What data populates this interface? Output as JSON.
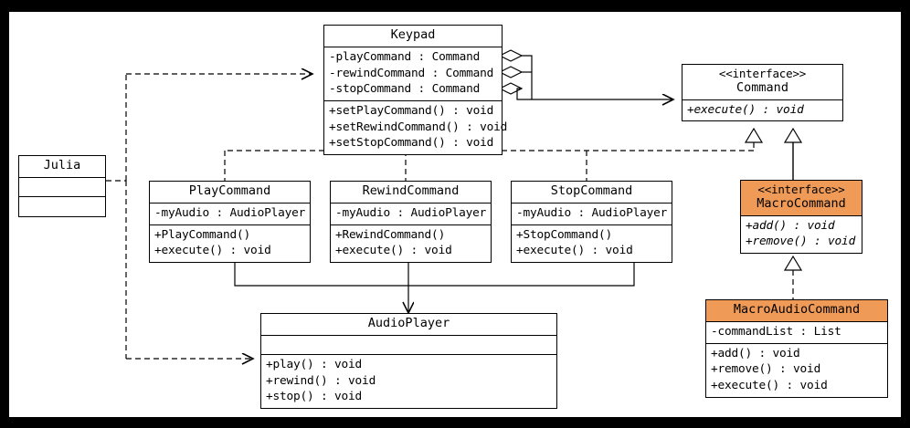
{
  "diagram": {
    "title": "Command Pattern UML Class Diagram",
    "background": "#ffffff",
    "frame_color": "#000000",
    "accent_color": "#ef9a57",
    "line_color": "#000000"
  },
  "classes": {
    "keypad": {
      "name": "Keypad",
      "stereotype": "",
      "attributes": [
        "-playCommand : Command",
        "-rewindCommand : Command",
        "-stopCommand : Command"
      ],
      "methods": [
        "+setPlayCommand() : void",
        "+setRewindCommand() : void",
        "+setStopCommand() : void"
      ]
    },
    "command": {
      "name": "Command",
      "stereotype": "<<interface>>",
      "attributes": [],
      "methods": [
        "+execute() : void"
      ]
    },
    "julia": {
      "name": "Julia",
      "stereotype": "",
      "attributes": [],
      "methods": []
    },
    "play_command": {
      "name": "PlayCommand",
      "stereotype": "",
      "attributes": [
        "-myAudio : AudioPlayer"
      ],
      "methods": [
        "+PlayCommand()",
        "+execute() : void"
      ]
    },
    "rewind_command": {
      "name": "RewindCommand",
      "stereotype": "",
      "attributes": [
        "-myAudio : AudioPlayer"
      ],
      "methods": [
        "+RewindCommand()",
        "+execute() : void"
      ]
    },
    "stop_command": {
      "name": "StopCommand",
      "stereotype": "",
      "attributes": [
        "-myAudio : AudioPlayer"
      ],
      "methods": [
        "+StopCommand()",
        "+execute() : void"
      ]
    },
    "macro_command": {
      "name": "MacroCommand",
      "stereotype": "<<interface>>",
      "attributes": [],
      "methods": [
        "+add() : void",
        "+remove() : void"
      ]
    },
    "macro_audio_command": {
      "name": "MacroAudioCommand",
      "stereotype": "",
      "attributes": [
        "-commandList : List"
      ],
      "methods": [
        "+add() : void",
        "+remove() : void",
        "+execute() : void"
      ]
    },
    "audio_player": {
      "name": "AudioPlayer",
      "stereotype": "",
      "attributes": [],
      "methods": [
        "+play() : void",
        "+rewind() : void",
        "+stop() : void"
      ]
    }
  },
  "relationships": [
    {
      "name": "keypad-aggregates-command",
      "from": "Keypad",
      "to": "Command",
      "type": "aggregation-association"
    },
    {
      "name": "playcommand-realizes-command",
      "from": "PlayCommand",
      "to": "Command",
      "type": "realization"
    },
    {
      "name": "rewindcommand-realizes-command",
      "from": "RewindCommand",
      "to": "Command",
      "type": "realization"
    },
    {
      "name": "stopcommand-realizes-command",
      "from": "StopCommand",
      "to": "Command",
      "type": "realization"
    },
    {
      "name": "macrocommand-extends-command",
      "from": "MacroCommand",
      "to": "Command",
      "type": "generalization"
    },
    {
      "name": "macroaudiocommand-realizes-macrocommand",
      "from": "MacroAudioCommand",
      "to": "MacroCommand",
      "type": "realization"
    },
    {
      "name": "commands-use-audioplayer",
      "from": "PlayCommand, RewindCommand, StopCommand",
      "to": "AudioPlayer",
      "type": "association"
    },
    {
      "name": "julia-uses-keypad",
      "from": "Julia",
      "to": "Keypad",
      "type": "dependency"
    },
    {
      "name": "julia-uses-audioplayer",
      "from": "Julia",
      "to": "AudioPlayer",
      "type": "dependency"
    }
  ]
}
